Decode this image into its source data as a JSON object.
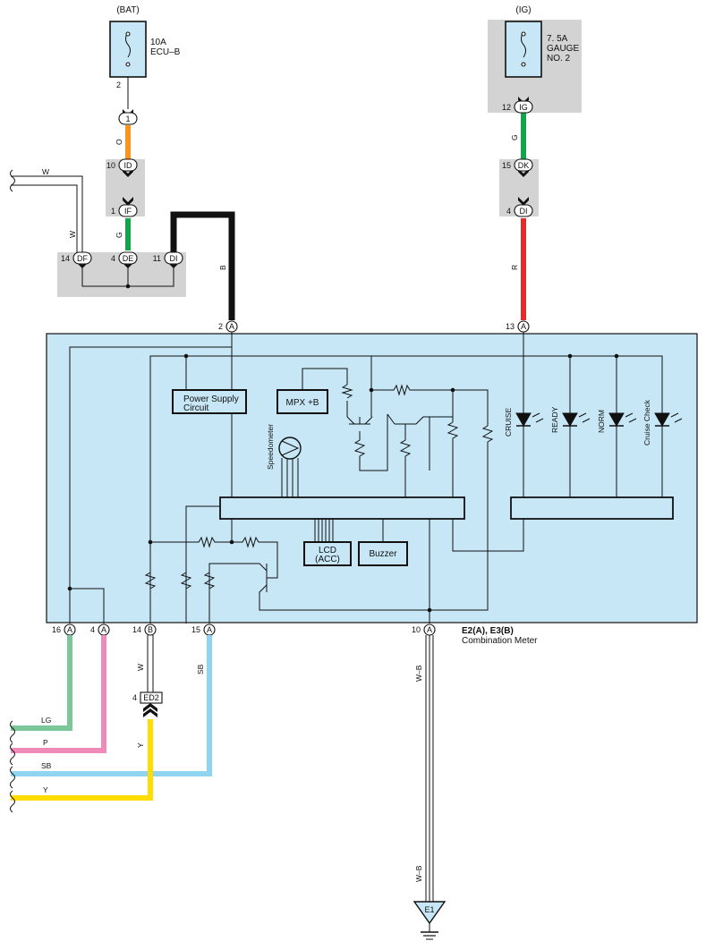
{
  "sources": {
    "bat": {
      "label": "(BAT)",
      "fuse_rating": "10A",
      "fuse_name": "ECU–B",
      "pin": "2"
    },
    "ig": {
      "label": "(IG)",
      "fuse_rating": "7. 5A",
      "fuse_name_1": "GAUGE",
      "fuse_name_2": "NO. 2",
      "pin": "12",
      "conn": "IG"
    }
  },
  "connectors": {
    "c1": {
      "id": "1"
    },
    "id": {
      "pin": "10",
      "id": "ID"
    },
    "if": {
      "pin": "1",
      "id": "IF"
    },
    "df": {
      "pin": "14",
      "id": "DF"
    },
    "de": {
      "pin": "4",
      "id": "DE"
    },
    "di_left": {
      "pin": "11",
      "id": "DI"
    },
    "dk": {
      "pin": "15",
      "id": "DK"
    },
    "di_right": {
      "pin": "4",
      "id": "DI"
    },
    "ed2": {
      "pin": "4",
      "id": "ED2"
    }
  },
  "wire_colors": {
    "o": "O",
    "g1": "G",
    "w_top": "W",
    "w_left": "W",
    "b": "B",
    "g2": "G",
    "r": "R",
    "w_b_pin": "W",
    "y": "Y",
    "sb": "SB",
    "wb1": "W–B",
    "wb2": "W–B",
    "lg_out": "LG",
    "p_out": "P",
    "sb_out": "SB",
    "y_out": "Y"
  },
  "meter": {
    "pins_top": [
      {
        "num": "2",
        "id": "A"
      },
      {
        "num": "13",
        "id": "A"
      }
    ],
    "pins_bottom": [
      {
        "num": "16",
        "id": "A"
      },
      {
        "num": "4",
        "id": "A"
      },
      {
        "num": "14",
        "id": "B"
      },
      {
        "num": "15",
        "id": "A"
      },
      {
        "num": "10",
        "id": "A"
      }
    ],
    "power_supply_1": "Power Supply",
    "power_supply_2": "Circuit",
    "mpx": "MPX +B",
    "speedometer": "Speedometer",
    "lcd_1": "LCD",
    "lcd_2": "(ACC)",
    "buzzer": "Buzzer",
    "leds": [
      "CRUISE",
      "READY",
      "NORM",
      "Cruise Check"
    ],
    "name_1": "E2(A), E3(B)",
    "name_2": "Combination Meter"
  },
  "ground": {
    "label": "E1"
  },
  "colors": {
    "orange": "#f7931e",
    "green": "#12a54a",
    "red": "#e32b2b",
    "black": "#111111",
    "pink": "#ee8bb8",
    "light_green": "#7cc79a",
    "light_blue": "#8fd4f0",
    "yellow": "#ffdd00",
    "meter_fill": "#c7e7f6",
    "junction_gray": "#d3d3d3"
  }
}
